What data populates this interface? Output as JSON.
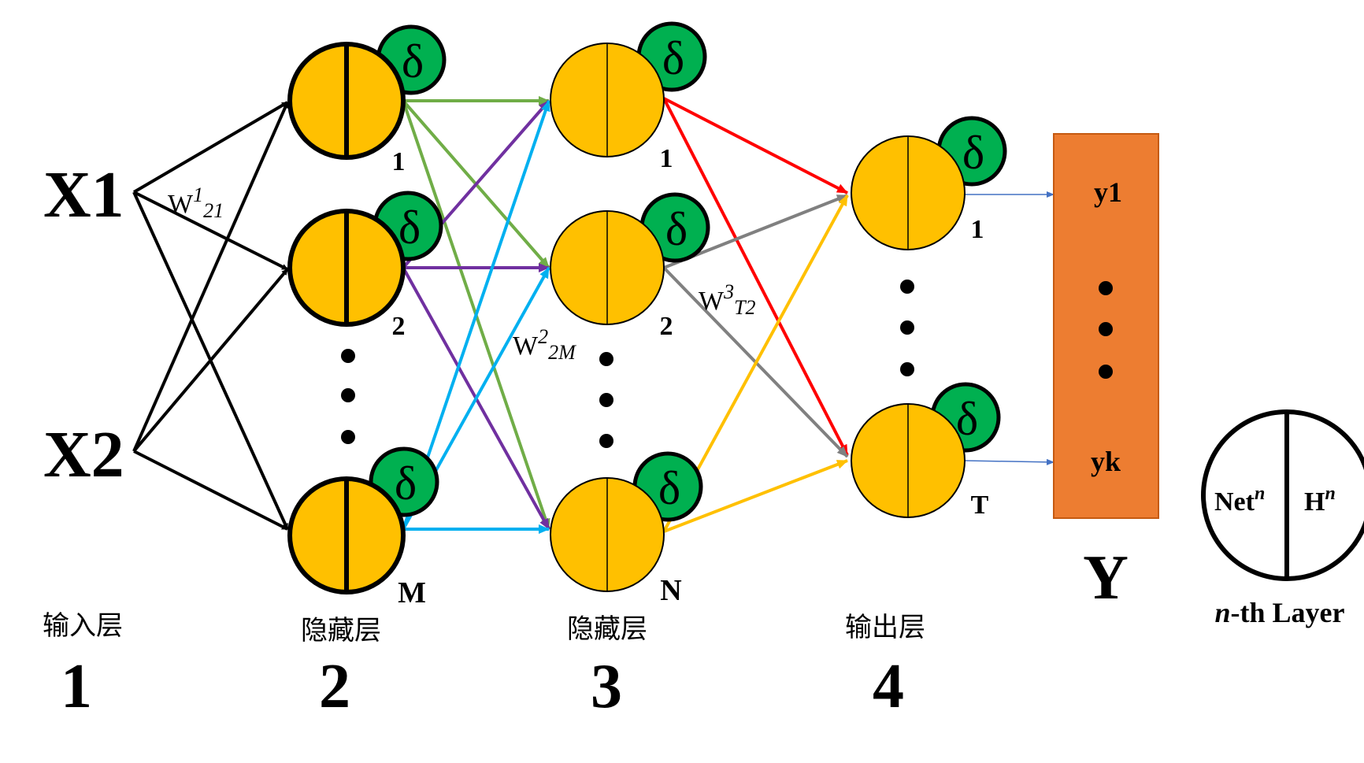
{
  "inputs": {
    "x1": "X1",
    "x2": "X2"
  },
  "layer_names": {
    "input": "输入层",
    "hidden_a": "隐藏层",
    "hidden_b": "隐藏层",
    "output": "输出层"
  },
  "layer_numbers": {
    "l1": "1",
    "l2": "2",
    "l3": "3",
    "l4": "4"
  },
  "node_labels": {
    "l2": [
      "1",
      "2",
      "M"
    ],
    "l3": [
      "1",
      "2",
      "N"
    ],
    "l4": [
      "1",
      "T"
    ]
  },
  "delta_symbol": "δ",
  "weights": {
    "w1": {
      "base": "W",
      "sup": "1",
      "sub": "21"
    },
    "w2": {
      "base": "W",
      "sup": "2",
      "sub": "2M"
    },
    "w3": {
      "base": "W",
      "sup": "3",
      "sub": "T2"
    }
  },
  "output_box": {
    "top": "y1",
    "bottom": "yk",
    "label": "Y",
    "color": "#ED7D31"
  },
  "legend": {
    "left": "Net",
    "left_sup": "n",
    "right": "H",
    "right_sup": "n",
    "caption_italic": "n",
    "caption_rest": "-th Layer"
  },
  "colors": {
    "node_fill": "#FFC000",
    "delta_fill": "#00B050",
    "edge_input": "#000000",
    "edge_l2_1": "#70AD47",
    "edge_l2_2": "#7030A0",
    "edge_l2_M": "#00B0F0",
    "edge_l3_1": "#FF0000",
    "edge_l3_2": "#808080",
    "edge_l3_N": "#FFC000",
    "edge_out": "#4472C4"
  }
}
